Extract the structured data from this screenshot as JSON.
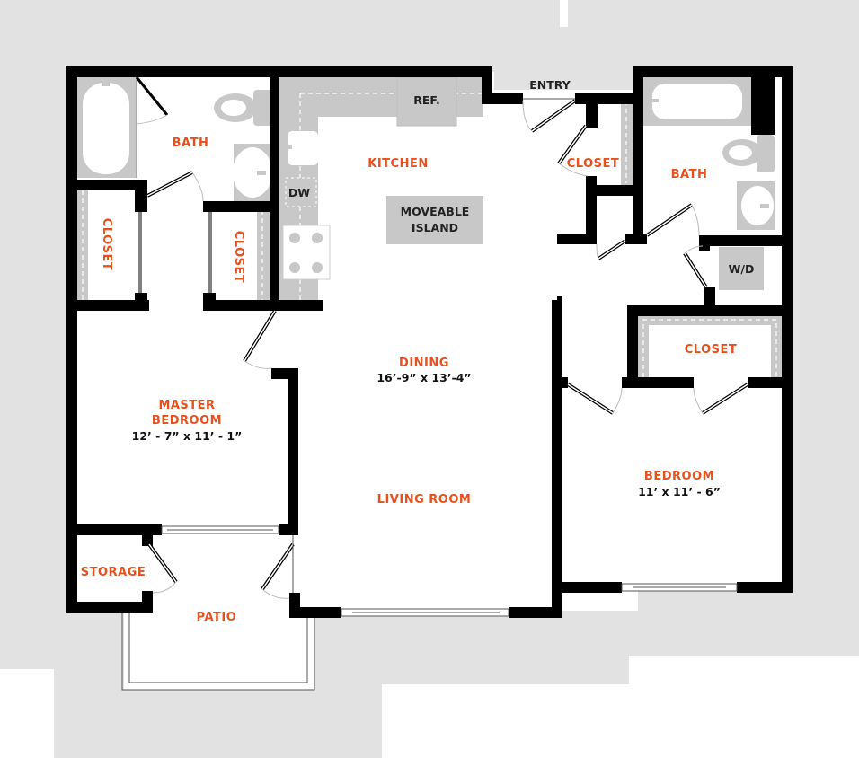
{
  "floorplan": {
    "rooms": {
      "master_bath": {
        "label": "BATH"
      },
      "master_closet_left": {
        "label": "CLOSET"
      },
      "master_closet_right": {
        "label": "CLOSET"
      },
      "kitchen": {
        "label": "KITCHEN"
      },
      "entry": {
        "label": "ENTRY"
      },
      "entry_closet": {
        "label": "CLOSET"
      },
      "second_bath": {
        "label": "BATH"
      },
      "master_bedroom": {
        "label": "MASTER",
        "label2": "BEDROOM",
        "dimensions": "12’ - 7” x 11’ - 1”"
      },
      "dining": {
        "label": "DINING",
        "dimensions": "16’-9” x 13’-4”"
      },
      "living_room": {
        "label": "LIVING ROOM"
      },
      "bedroom_closet": {
        "label": "CLOSET"
      },
      "bedroom": {
        "label": "BEDROOM",
        "dimensions": "11’ x 11’ - 6”"
      },
      "storage": {
        "label": "STORAGE"
      },
      "patio": {
        "label": "PATIO"
      }
    },
    "fixtures": {
      "refrigerator": "REF.",
      "dishwasher": "DW",
      "island_line1": "MOVEABLE",
      "island_line2": "ISLAND",
      "washer_dryer": "W/D"
    },
    "colors": {
      "label_orange": "#E8501E",
      "wall": "#000000",
      "fixture_grey": "#C8C8C8",
      "background_grey": "#E2E2E2"
    }
  }
}
